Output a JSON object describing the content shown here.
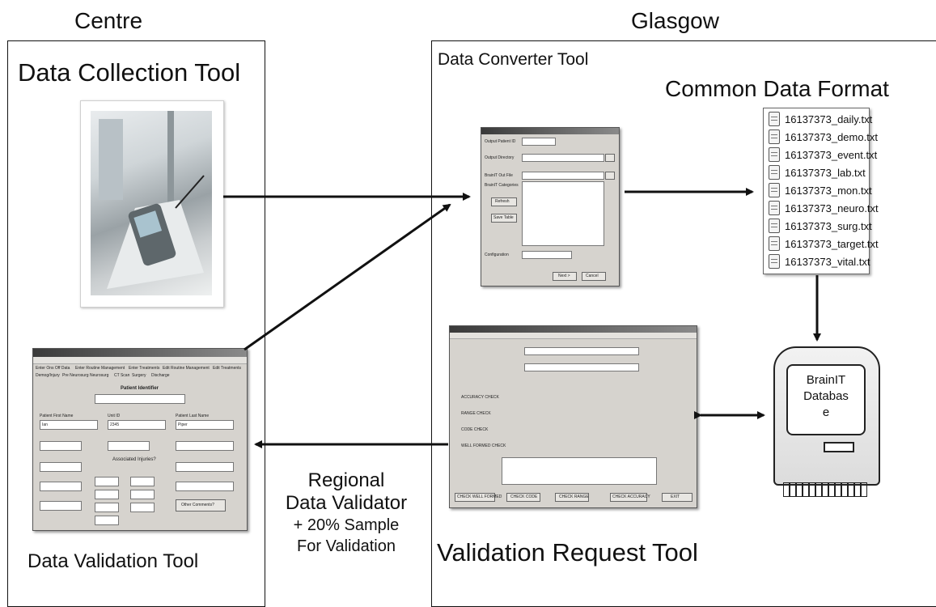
{
  "labels": {
    "centre": "Centre",
    "glasgow": "Glasgow",
    "data_collection_tool": "Data Collection Tool",
    "data_validation_tool": "Data Validation Tool",
    "data_converter_tool": "Data Converter Tool",
    "common_data_format": "Common Data Format",
    "validation_request_tool": "Validation Request Tool",
    "regional_line1": "Regional",
    "regional_line2": "Data Validator",
    "regional_line3": "+ 20% Sample",
    "regional_line4": "For Validation"
  },
  "files": [
    "16137373_daily.txt",
    "16137373_demo.txt",
    "16137373_event.txt",
    "16137373_lab.txt",
    "16137373_mon.txt",
    "16137373_neuro.txt",
    "16137373_surg.txt",
    "16137373_target.txt",
    "16137373_vital.txt"
  ],
  "database": {
    "line1": "BrainIT",
    "line2": "Databas",
    "line3": "e"
  },
  "validation_screen": {
    "tabs": [
      "Enter Ons Off Data",
      "Enter Routine Management",
      "Enter Treatments",
      "Edit Routine Management",
      "Edit Treatments"
    ],
    "subtabs": [
      "Demog/Injury",
      "Pre Neurosurg",
      "Neurosurg",
      "CT Scan",
      "Surgery",
      "Discharge"
    ],
    "heading": "Patient Identifier",
    "field_labels": [
      "Patient First Name",
      "Unit ID",
      "Patient Last Name"
    ],
    "field_values": [
      "Ian",
      "2345",
      "Piper"
    ],
    "injuries_heading": "Associated Injuries?",
    "button": "Other Comments?"
  },
  "request_screen": {
    "checks": [
      "ACCURACY CHECK",
      "RANGE CHECK",
      "CODE CHECK",
      "WELL FORMED CHECK"
    ],
    "buttons": [
      "CHECK WELL FORMED",
      "CHECK CODE",
      "CHECK RANGE",
      "CHECK ACCURACY",
      "EXIT"
    ]
  },
  "converter_screen": {
    "fields": [
      "Output Patient ID",
      "Output Directory",
      "BrainIT Out File",
      "BrainIT Categories",
      "Configuration"
    ],
    "buttons": [
      "Refresh",
      "Save Table",
      "Next >",
      "Cancel"
    ]
  },
  "colors": {
    "ink": "#111111",
    "screen_grey": "#d6d3ce",
    "panel_border": "#111111"
  }
}
